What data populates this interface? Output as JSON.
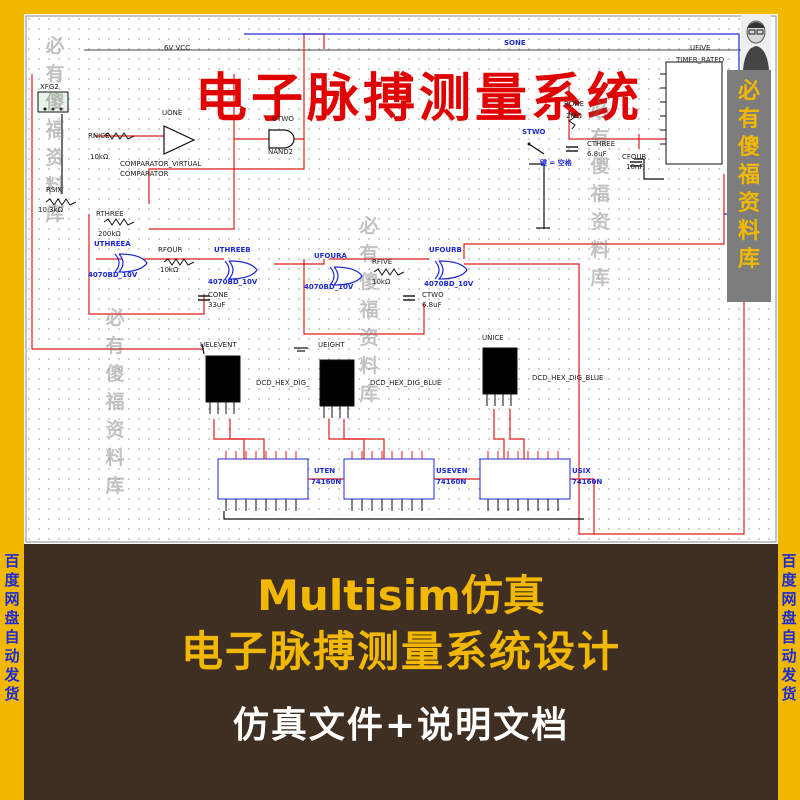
{
  "title": "电子脉搏测量系统",
  "watermark": "必有傻福资料库",
  "side_text": "必有傻福资料库",
  "banner": {
    "line1": "Multisim仿真",
    "line2": "电子脉搏测量系统设计",
    "line3": "仿真文件+说明文档"
  },
  "side_left": "百度网盘自动发货",
  "side_right": "百度网盘自动发货",
  "colors": {
    "wire_red": "#e11d1d",
    "wire_blue": "#1c2bd6",
    "frame": "#f2b800",
    "banner_bg": "#3f2f22"
  },
  "schematic": {
    "labels": {
      "vcc": "6V  VCC",
      "sone": "SONE",
      "ufive": "UFIVE",
      "timer": "TIMER_RATED",
      "xfg": "XFG2",
      "uone": "UONE",
      "utwo": "UTWO",
      "nand": "NAND2",
      "rnice": "RNICE",
      "rnice_val": "10kΩ",
      "comp1": "COMPARATOR_VIRTUAL",
      "comp2": "COMPARATOR",
      "rsix": "RSIX",
      "rsix_val": "10.3kΩ",
      "rthree": "RTHREE",
      "rthree_val": "200kΩ",
      "uthreea": "UTHREEA",
      "ic4070a": "4070BD_10V",
      "rfour": "RFOUR",
      "rfour_val": "10kΩ",
      "uthreeb": "UTHREEB",
      "ic4070b": "4070BD_10V",
      "cone": "CONE",
      "cone_val": "33uF",
      "ufoura": "UFOURA",
      "ic4070c": "4070BD_10V",
      "rfive": "RFIVE",
      "rfive_val": "10kΩ",
      "ufourb": "UFOURB",
      "ic4070d": "4070BD_10V",
      "ctwo": "CTWO",
      "ctwo_val": "6.8uF",
      "rone": "RONE",
      "rone_val": "2MΩ",
      "stwo": "STWO",
      "key": "键 = 空格",
      "cthree": "CTHREE",
      "cthree_val": "6.8uF",
      "cfour": "CFOUR",
      "cfour_val": "10nF",
      "uelevent": "UELEVENT",
      "ueight": "UEIGHT",
      "unice": "UNICE",
      "dcd1": "DCD_HEX_DIG_",
      "dcd2": "DCD_HEX_DIG_BLUE",
      "dcd3": "DCD_HEX_DIG_BLUE",
      "uten": "UTEN",
      "useven": "USEVEN",
      "usix": "USIX",
      "chip": "74160N"
    }
  }
}
